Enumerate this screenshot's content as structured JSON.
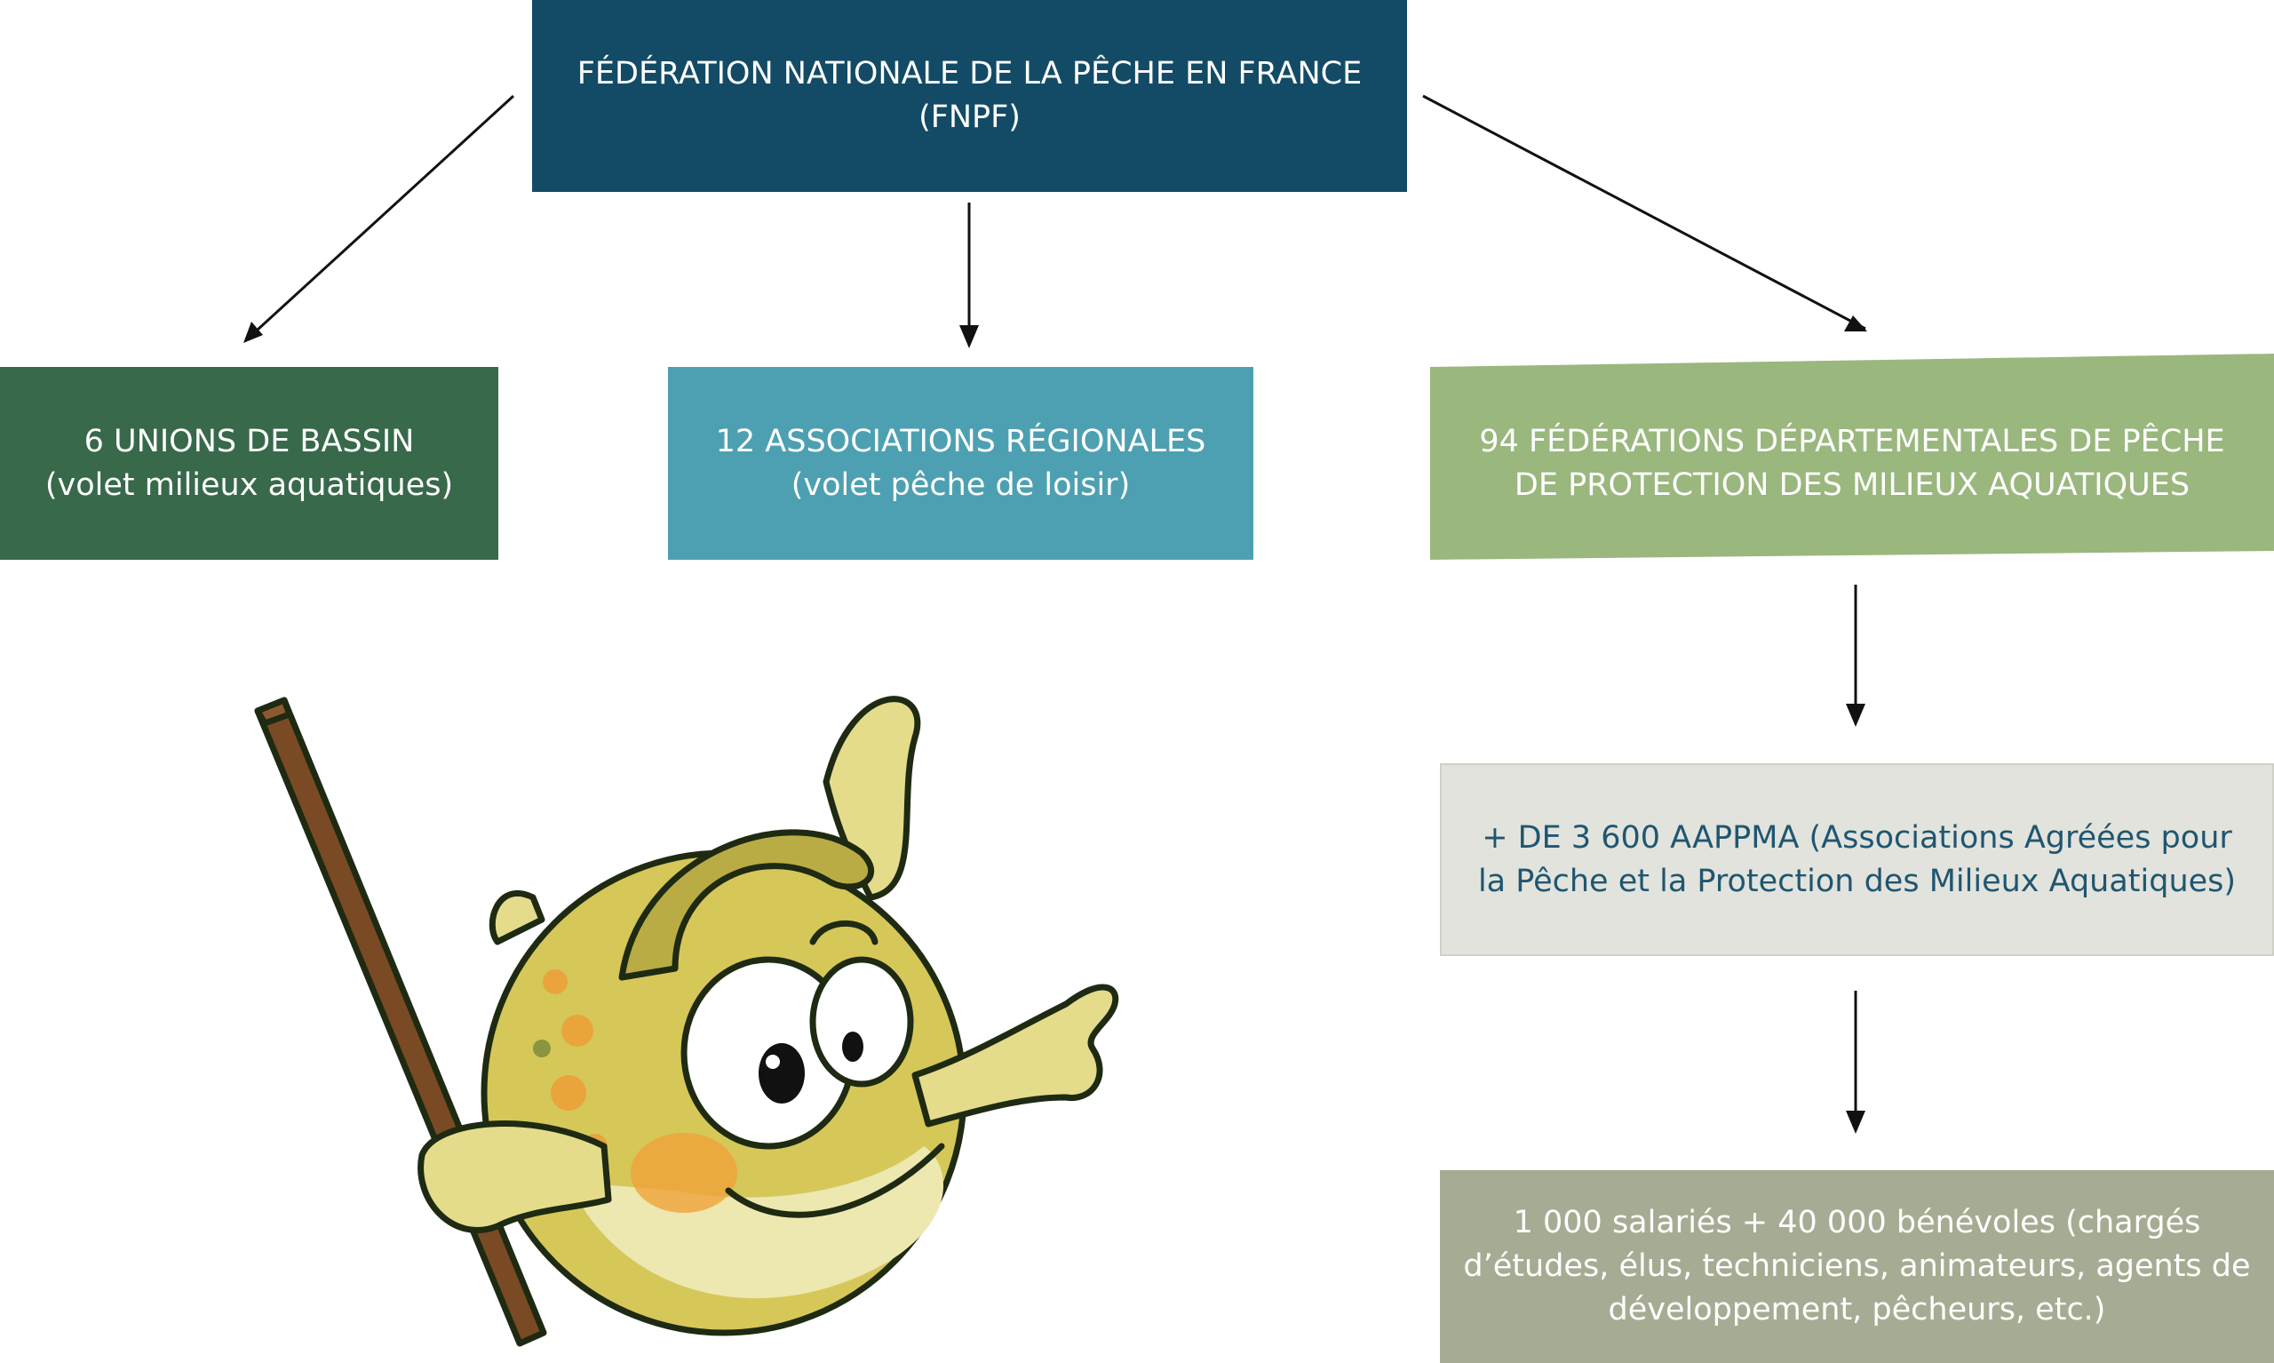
{
  "colors": {
    "fnpf": "#134b66",
    "unions": "#37694a",
    "regionales": "#4da0b2",
    "departementales": "#9ab77e",
    "aappma": "#e2e3dd",
    "salaries": "#a6ac93",
    "arrow": "#111111"
  },
  "fnpf": {
    "line1": "FÉDÉRATION NATIONALE DE LA PÊCHE EN FRANCE",
    "line2": "(FNPF)"
  },
  "unions": {
    "line1": "6 UNIONS DE BASSIN",
    "line2": "(volet milieux aquatiques)"
  },
  "regionales": {
    "line1": "12 ASSOCIATIONS RÉGIONALES",
    "line2": "(volet pêche de loisir)"
  },
  "departementales": {
    "line1": "94 FÉDÉRATIONS DÉPARTEMENTALES DE PÊCHE",
    "line2": "DE PROTECTION DES MILIEUX AQUATIQUES"
  },
  "aappma": {
    "line1": "+ DE 3 600 AAPPMA (Associations Agréées pour",
    "line2": "la Pêche et la Protection des Milieux Aquatiques)"
  },
  "salaries": {
    "line1": "1 000 salariés + 40 000 bénévoles (chargés",
    "line2": "d’études, élus, techniciens, animateurs, agents de",
    "line3": "développement, pêcheurs, etc.)"
  },
  "mascot": {
    "icon": "fish-mascot-pointing-icon"
  }
}
